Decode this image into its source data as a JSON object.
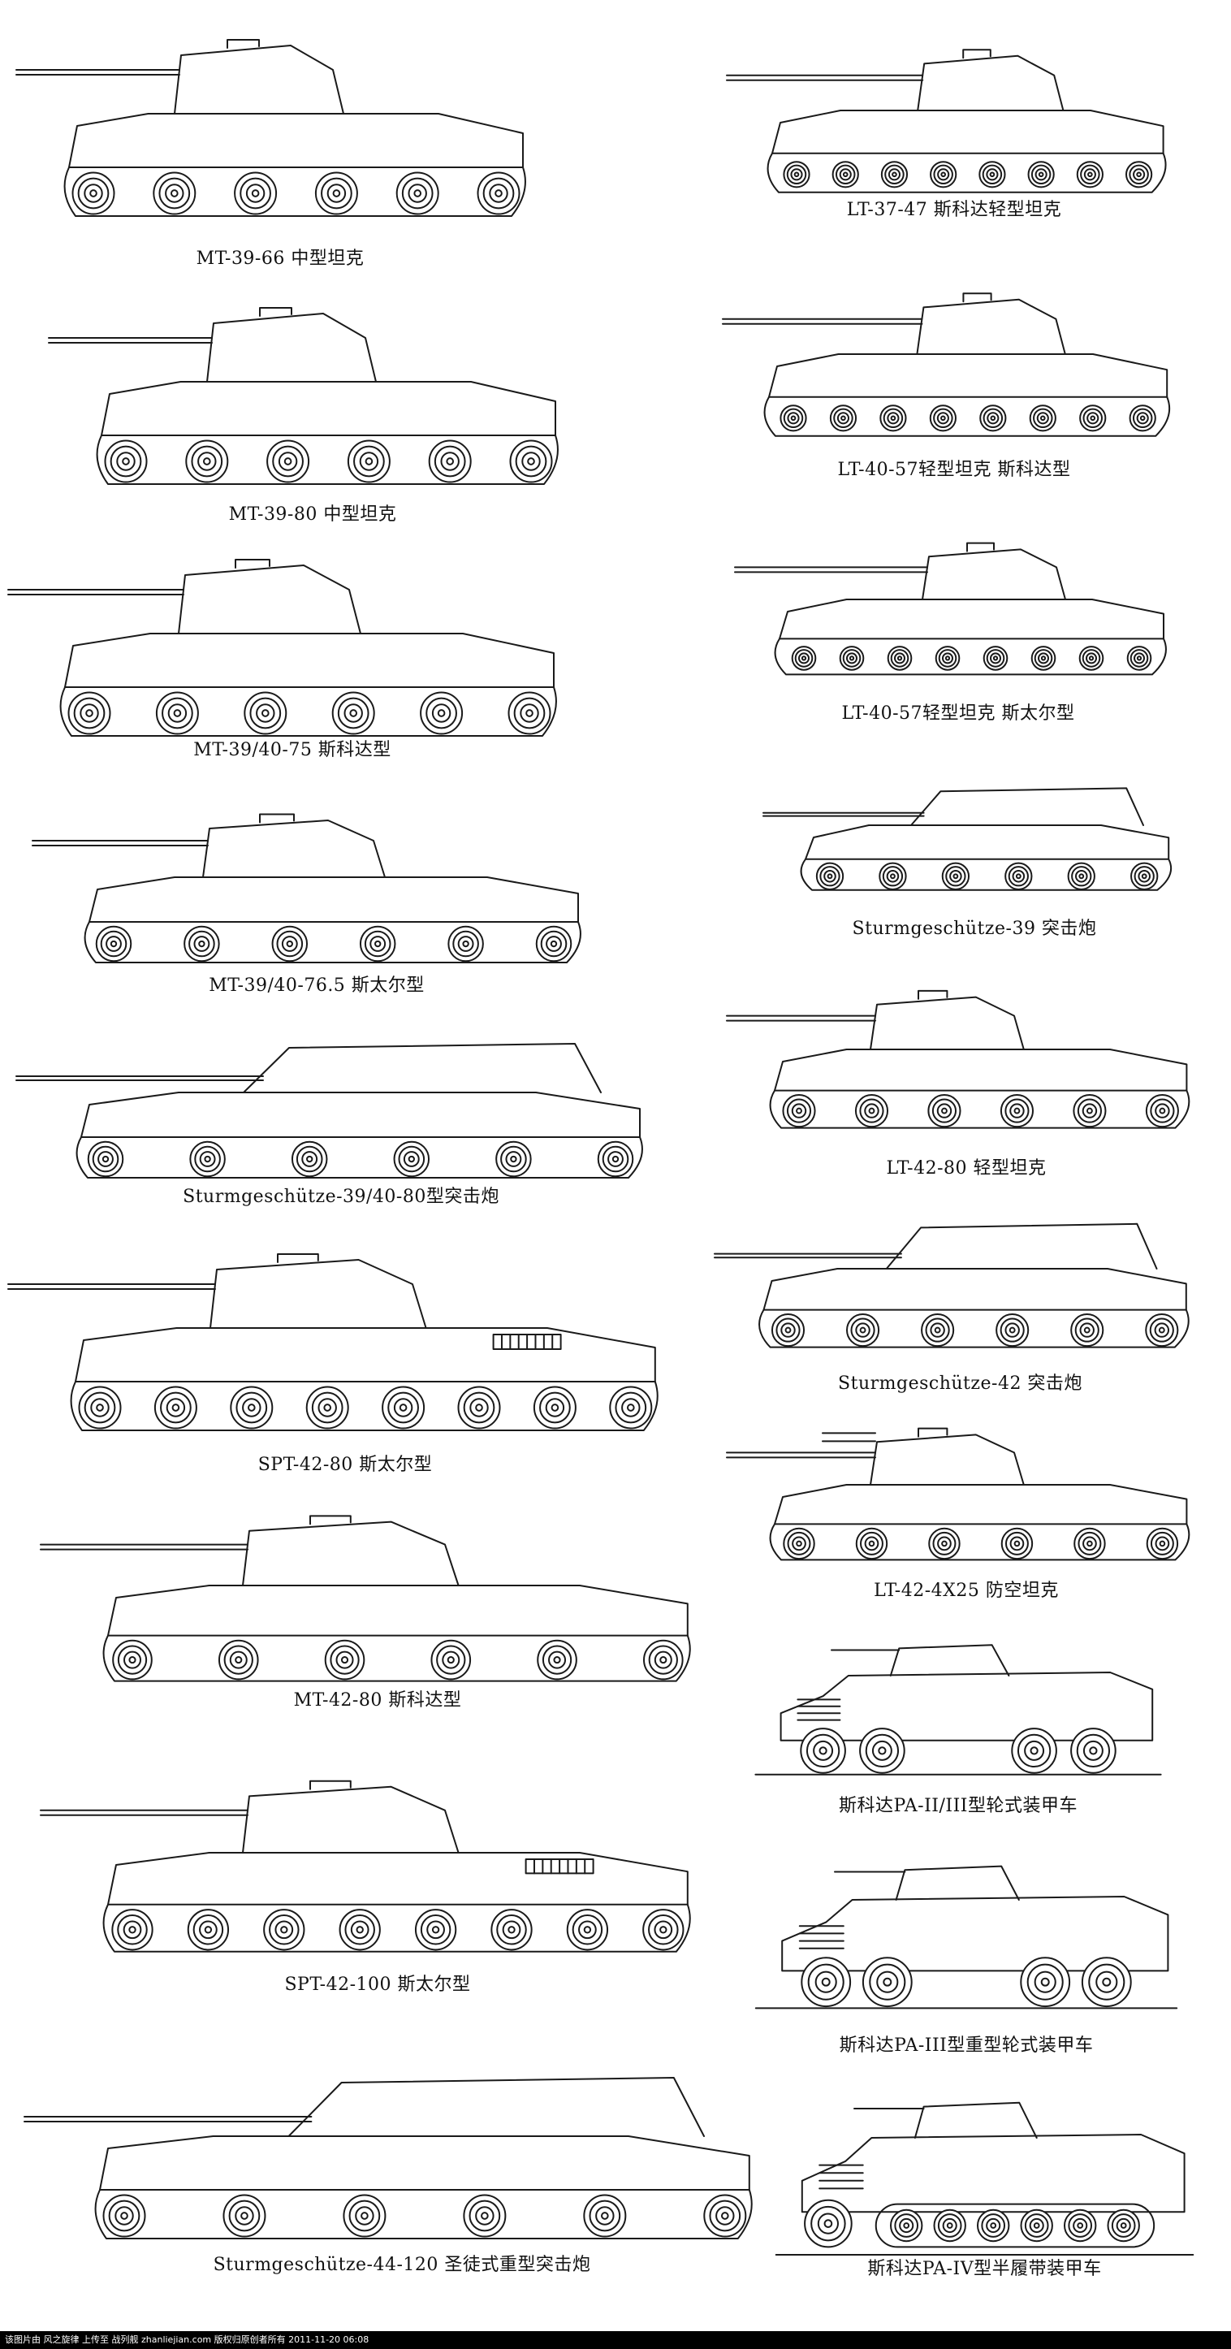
{
  "left_column": [
    {
      "id": "mt-39-66",
      "caption": "MT-39-66  中型坦克",
      "kind": "tank"
    },
    {
      "id": "mt-39-80",
      "caption": "MT-39-80  中型坦克",
      "kind": "tank"
    },
    {
      "id": "mt-39-40-75",
      "caption": "MT-39/40-75 斯科达型",
      "kind": "tank"
    },
    {
      "id": "mt-39-40-76-5",
      "caption": "MT-39/40-76.5 斯太尔型",
      "kind": "tank"
    },
    {
      "id": "stug-39-40-80",
      "caption": "Sturmgeschütze-39/40-80型突击炮",
      "kind": "assault"
    },
    {
      "id": "spt-42-80",
      "caption": "SPT-42-80 斯太尔型",
      "kind": "heavy"
    },
    {
      "id": "mt-42-80",
      "caption": "MT-42-80 斯科达型",
      "kind": "tank"
    },
    {
      "id": "spt-42-100",
      "caption": "SPT-42-100 斯太尔型",
      "kind": "heavy"
    },
    {
      "id": "stug-44-120",
      "caption": "Sturmgeschütze-44-120 圣徒式重型突击炮",
      "kind": "assault"
    }
  ],
  "right_column": [
    {
      "id": "lt-37-47",
      "caption": "LT-37-47 斯科达轻型坦克",
      "kind": "light"
    },
    {
      "id": "lt-40-57-skoda",
      "caption": "LT-40-57轻型坦克 斯科达型",
      "kind": "light"
    },
    {
      "id": "lt-40-57-steyr",
      "caption": "LT-40-57轻型坦克 斯太尔型",
      "kind": "light"
    },
    {
      "id": "stug-39",
      "caption": "Sturmgeschütze-39 突击炮",
      "kind": "assault"
    },
    {
      "id": "lt-42-80",
      "caption": "LT-42-80 轻型坦克",
      "kind": "tank"
    },
    {
      "id": "stug-42",
      "caption": "Sturmgeschütze-42 突击炮",
      "kind": "assault"
    },
    {
      "id": "lt-42-4x25",
      "caption": "LT-42-4X25 防空坦克",
      "kind": "aa"
    },
    {
      "id": "pa-2-3",
      "caption": "斯科达PA-II/III型轮式装甲车",
      "kind": "wheeled"
    },
    {
      "id": "pa-3",
      "caption": "斯科达PA-III型重型轮式装甲车",
      "kind": "wheeled"
    },
    {
      "id": "pa-4",
      "caption": "斯科达PA-IV型半履带装甲车",
      "kind": "halftrack"
    }
  ],
  "footer": {
    "text": "该图片由 风之旋律 上传至 战列舰 zhanliejian.com 版权归原创者所有 2011-11-20 06:08"
  }
}
